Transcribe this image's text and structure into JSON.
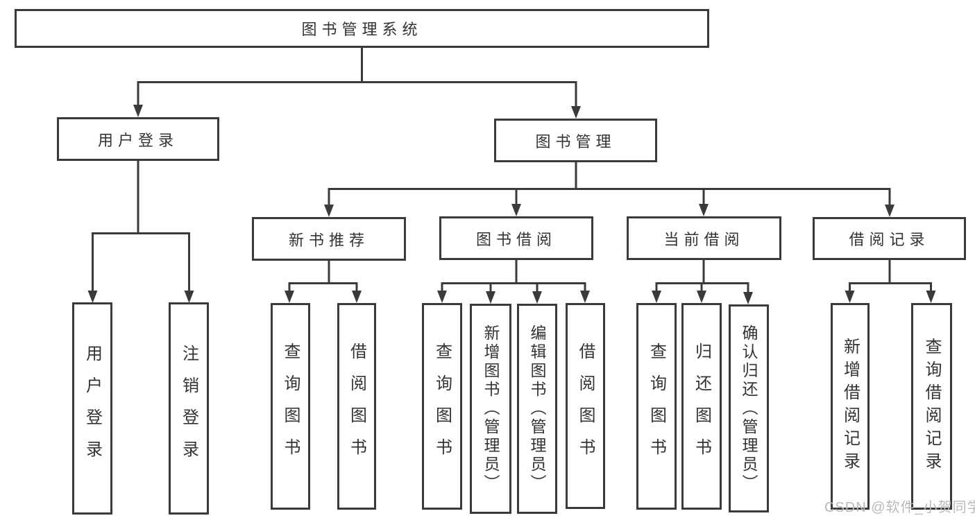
{
  "tree": {
    "root": "图书管理系统",
    "children": [
      {
        "label": "用户登录",
        "children": [
          "用户登录",
          "注销登录"
        ]
      },
      {
        "label": "图书管理",
        "children": [
          {
            "label": "新书推荐",
            "children": [
              "查询图书",
              "借阅图书"
            ]
          },
          {
            "label": "图书借阅",
            "children": [
              "查询图书",
              "新增图书（管理员）",
              "编辑图书（管理员）",
              "借阅图书"
            ]
          },
          {
            "label": "当前借阅",
            "children": [
              "查询图书",
              "归还图书",
              "确认归还（管理员）"
            ]
          },
          {
            "label": "借阅记录",
            "children": [
              "新增借阅记录",
              "查询借阅记录"
            ]
          }
        ]
      }
    ]
  },
  "watermark": "CSDN @软件_小贺同学",
  "colors": {
    "line": "#3a3a3a",
    "text": "#333333",
    "watermark": "#b9b9b9",
    "background": "#ffffff"
  }
}
